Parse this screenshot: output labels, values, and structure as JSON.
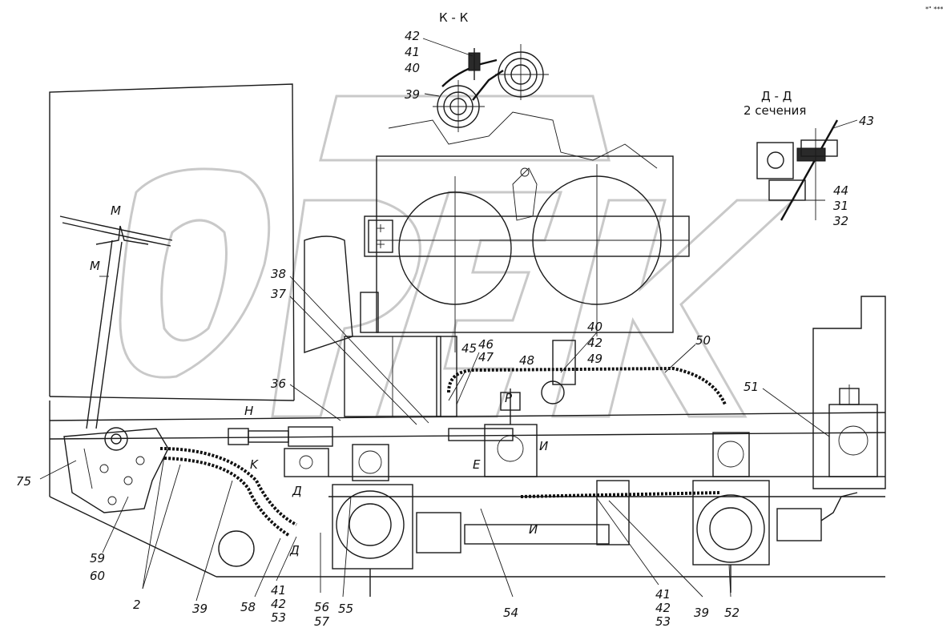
{
  "corner_mark": "*\" ***",
  "sections": {
    "kk": {
      "title": "К - К"
    },
    "dd": {
      "title": "Д - Д",
      "subtitle": "2 сечения"
    }
  },
  "view_marks": {
    "m_upper": "M",
    "m_lower": "M",
    "n": "H",
    "e": "E",
    "i_upper": "И",
    "i_lower": "И",
    "r": "P",
    "k": "K",
    "d": "Д",
    "d_lower": "Д"
  },
  "callouts": [
    "42",
    "41",
    "40",
    "39",
    "43",
    "44",
    "31",
    "32",
    "38",
    "37",
    "36",
    "46",
    "47",
    "45",
    "48",
    "40",
    "42",
    "49",
    "50",
    "51",
    "75",
    "59",
    "60",
    "2",
    "39",
    "58",
    "41",
    "42",
    "53",
    "56",
    "57",
    "55",
    "54",
    "41",
    "42",
    "53",
    "39",
    "52"
  ]
}
